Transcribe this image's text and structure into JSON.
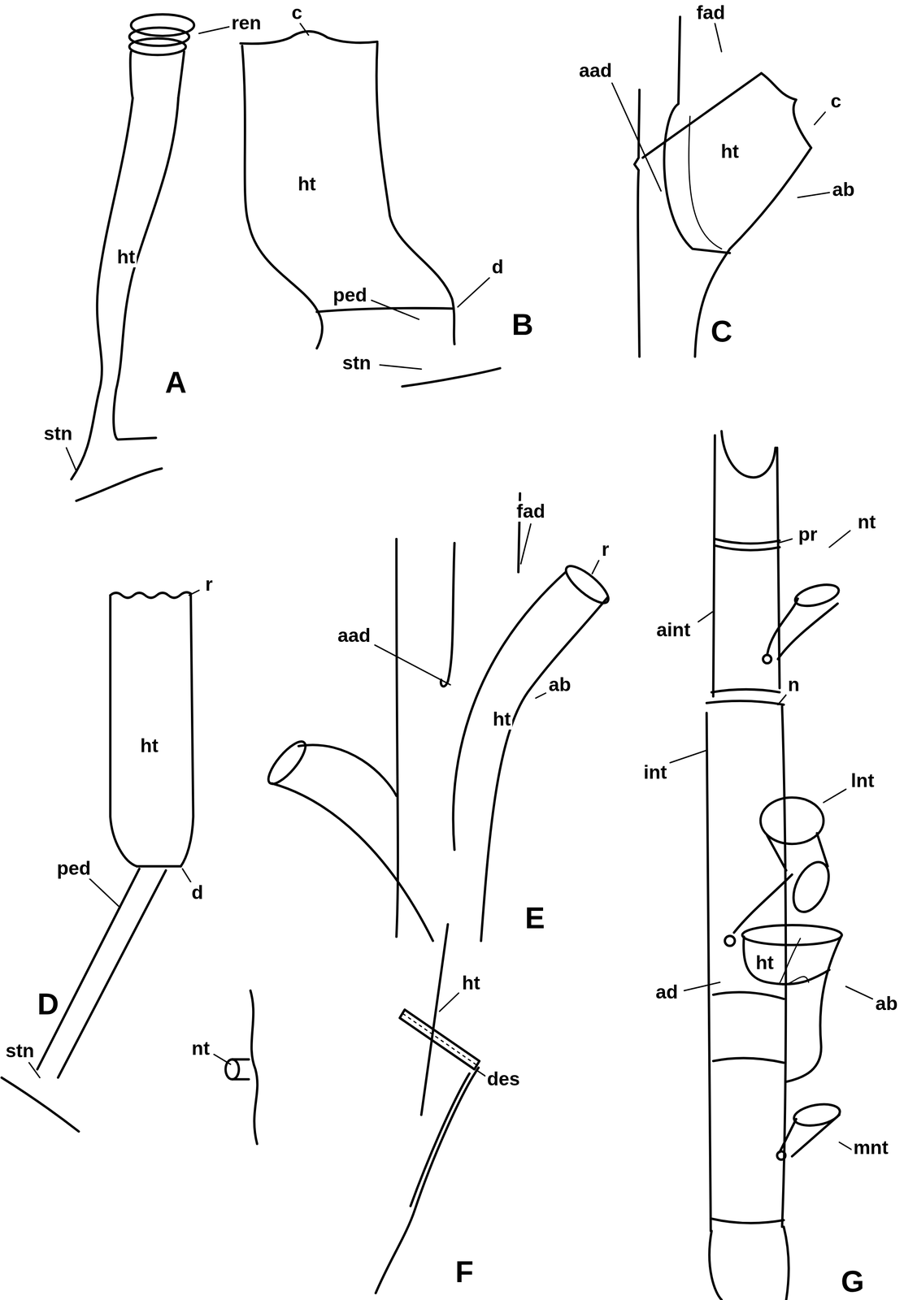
{
  "diagram": {
    "labels": [
      "ren",
      "ht",
      "stn",
      "A",
      "c",
      "ht",
      "d",
      "ped",
      "stn",
      "B",
      "fad",
      "c",
      "aad",
      "ht",
      "ab",
      "C",
      "r",
      "ht",
      "d",
      "ped",
      "stn",
      "D",
      "fad",
      "r",
      "aad",
      "ht",
      "ab",
      "E",
      "nt",
      "ht",
      "des",
      "F",
      "pr",
      "nt",
      "aint",
      "n",
      "int",
      "lnt",
      "ad",
      "ht",
      "ab",
      "mnt",
      "G"
    ]
  }
}
